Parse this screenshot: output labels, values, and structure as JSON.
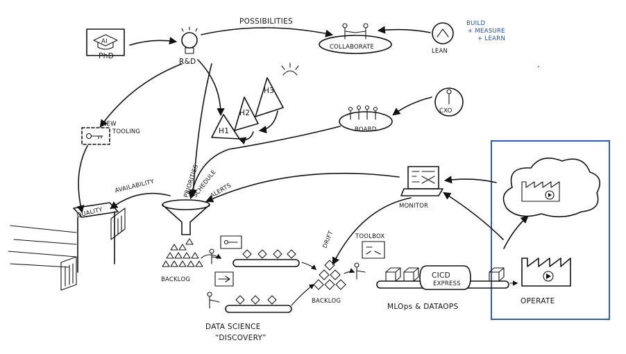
{
  "labels": {
    "phd": "PhD",
    "phd_cap": "AI",
    "rnd": "R&D",
    "possibilities": "POSSIBILITIES",
    "collaborate": "COLLABORATE",
    "lean": "LEAN",
    "build_line1": "BUILD",
    "build_line2": "+ MEASURE",
    "build_line3": "+ LEARN",
    "h1": "H1",
    "h2": "H2",
    "h3": "H3",
    "board": "BOARD",
    "cxo": "CXO",
    "new_tooling_1": "NEW",
    "new_tooling_2": "TOOLING",
    "quality": "QUALITY",
    "availability": "AVAILABILITY",
    "priorities": "PRIORITIES",
    "schedule": "SCHEDULE",
    "alerts": "ALERTS",
    "monitor": "MONITOR",
    "operate": "OPERATE",
    "backlog_left": "BACKLOG",
    "backlog_mid": "BACKLOG",
    "drift": "DRIFT",
    "toolbox": "TOOLBOX",
    "cicd": "CICD",
    "express": "EXPRESS",
    "mlops": "MLOps & DATAOPS",
    "ds_line1": "DATA SCIENCE",
    "ds_line2": "“DISCOVERY”"
  },
  "colors": {
    "ink": "#111111",
    "accent_blue": "#1f4f9c",
    "frame_blue": "#2a5ea8",
    "background": "#ffffff"
  }
}
